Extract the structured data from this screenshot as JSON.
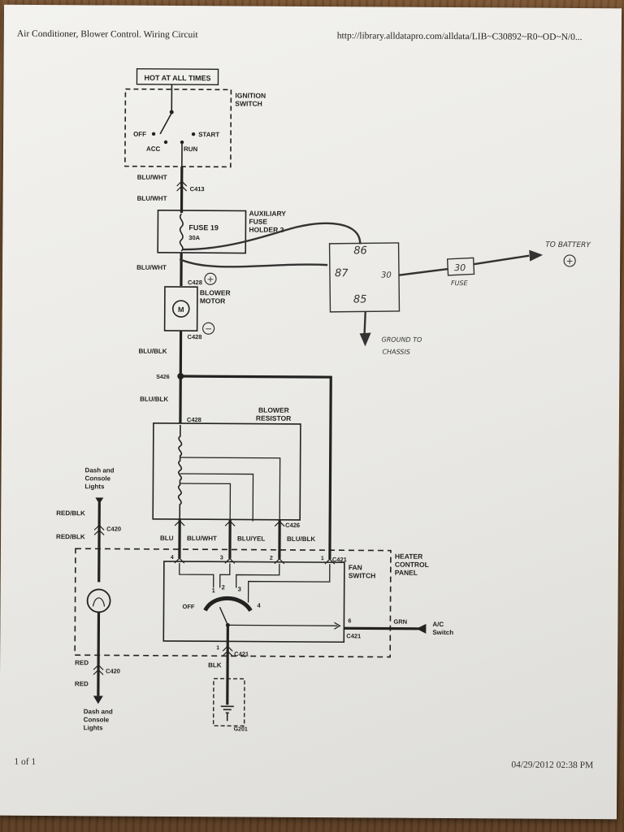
{
  "header": {
    "title": "Air Conditioner, Blower Control. Wiring Circuit",
    "url": "http://library.alldatapro.com/alldata/LIB~C30892~R0~OD~N/0..."
  },
  "footer": {
    "page": "1 of 1",
    "timestamp": "04/29/2012 02:38 PM"
  },
  "labels": {
    "hot_at_all_times": "HOT AT ALL TIMES",
    "ignition_switch_1": "IGNITION",
    "ignition_switch_2": "SWITCH",
    "off": "OFF",
    "start": "START",
    "acc": "ACC",
    "run": "RUN",
    "wire_blu_wht_1": "BLU/WHT",
    "c413": "C413",
    "wire_blu_wht_2": "BLU/WHT",
    "fuse_19": "FUSE 19",
    "fuse_amps": "30A",
    "aux_fuse_1": "AUXILIARY",
    "aux_fuse_2": "FUSE",
    "aux_fuse_3": "HOLDER 2",
    "wire_blu_wht_3": "BLU/WHT",
    "c428_top": "C428",
    "plus_sign": "+",
    "blower_motor_1": "BLOWER",
    "blower_motor_2": "MOTOR",
    "motor_m": "M",
    "c428_bottom": "C428",
    "minus_sign": "−",
    "wire_blu_blk_1": "BLU/BLK",
    "s426": "S426",
    "wire_blu_blk_2": "BLU/BLK",
    "c428_resistor": "C428",
    "blower_resistor_1": "BLOWER",
    "blower_resistor_2": "RESISTOR",
    "dash_lights_top_1": "Dash and",
    "dash_lights_top_2": "Console",
    "dash_lights_top_3": "Lights",
    "wire_red_blk_1": "RED/BLK",
    "c420_top": "C420",
    "wire_red_blk_2": "RED/BLK",
    "c426": "C426",
    "wire_blu": "BLU",
    "wire_blu_wht_4": "BLU/WHT",
    "wire_blu_yel": "BLU/YEL",
    "wire_blu_blk_3": "BLU/BLK",
    "c421_top": "C421",
    "heater_panel_1": "HEATER",
    "heater_panel_2": "CONTROL",
    "heater_panel_3": "PANEL",
    "fan_switch_1": "FAN",
    "fan_switch_2": "SWITCH",
    "pin_4": "4",
    "pin_3": "3",
    "pin_2": "2",
    "pin_1": "1",
    "pin_6": "6",
    "pin_1b": "1",
    "sw_1": "1",
    "sw_2": "2",
    "sw_3": "3",
    "sw_4": "4",
    "sw_off": "OFF",
    "c421_right": "C421",
    "wire_grn": "GRN",
    "ac_switch_1": "A/C",
    "ac_switch_2": "Switch",
    "c421_bottom": "C421",
    "wire_blk": "BLK",
    "g201": "G201",
    "wire_red_1": "RED",
    "c420_bottom": "C420",
    "wire_red_2": "RED",
    "dash_lights_bottom_1": "Dash and",
    "dash_lights_bottom_2": "Console",
    "dash_lights_bottom_3": "Lights"
  },
  "handwritten": {
    "relay_86": "86",
    "relay_87": "87",
    "relay_30": "30",
    "relay_85": "85",
    "fuse_value": "30",
    "fuse_label": "FUSE",
    "to_battery": "TO BATTERY",
    "battery_plus": "+",
    "ground_1": "GROUND TO",
    "ground_2": "CHASSIS"
  }
}
